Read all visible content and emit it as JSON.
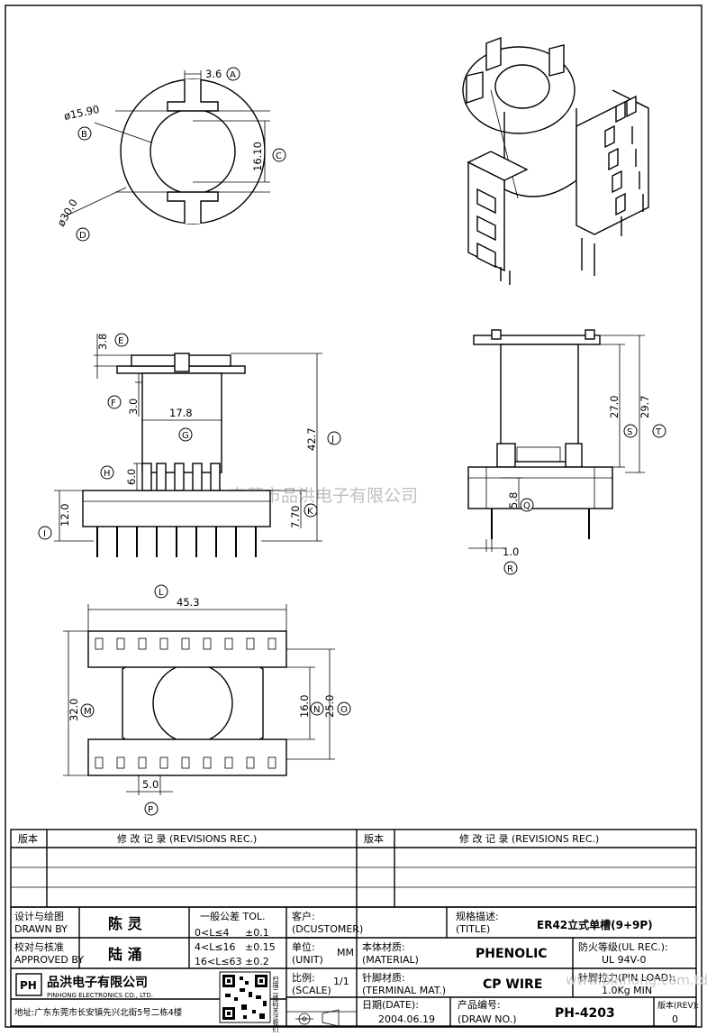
{
  "dimensions": {
    "top_view": [
      {
        "value": "3.6",
        "tag": "A"
      },
      {
        "value": "ø15.90",
        "tag": "B"
      },
      {
        "value": "16.10",
        "tag": "C"
      },
      {
        "value": "ø30.0",
        "tag": "D"
      }
    ],
    "front_view": [
      {
        "value": "3.8",
        "tag": "E"
      },
      {
        "value": "3.0",
        "tag": "F"
      },
      {
        "value": "17.8",
        "tag": "G"
      },
      {
        "value": "6.0",
        "tag": "H"
      },
      {
        "value": "12.0",
        "tag": "I"
      },
      {
        "value": "42.7",
        "tag": "J"
      },
      {
        "value": "7.70",
        "tag": "K"
      }
    ],
    "side_view": [
      {
        "value": "27.0",
        "tag": "S"
      },
      {
        "value": "29.7",
        "tag": "T"
      },
      {
        "value": "5.8",
        "tag": "Q"
      },
      {
        "value": "1.0",
        "tag": "R"
      }
    ],
    "bottom_view": [
      {
        "value": "45.3",
        "tag": "L"
      },
      {
        "value": "32.0",
        "tag": "M"
      },
      {
        "value": "16.0",
        "tag": "N"
      },
      {
        "value": "25.0",
        "tag": "O"
      },
      {
        "value": "5.0",
        "tag": "P"
      }
    ]
  },
  "watermark": "东莞市品洪电子有限公司",
  "watermark_url": "www.pinhong.com.td",
  "revisions": {
    "col_version": "版本",
    "col_record": "修 改 记 录 (REVISIONS REC.)"
  },
  "title_block": {
    "drawn_by_label_cn": "设计与绘图",
    "drawn_by_label_en": "DRAWN BY",
    "drawn_by": "陈 灵",
    "approved_label_cn": "校对与核准",
    "approved_label_en": "APPROVED BY",
    "approved_by": "陆 涌",
    "tol_title": "一般公差 TOL.",
    "tol_rows": [
      {
        "range": "0<L≤4",
        "value": "±0.1"
      },
      {
        "range": "4<L≤16",
        "value": "±0.15"
      },
      {
        "range": "16<L≤63",
        "value": "±0.2"
      }
    ],
    "customer_label_cn": "客户:",
    "customer_label_en": "(DCUSTOMER)",
    "title_label_cn": "规格描述:",
    "title_label_en": "(TITLE)",
    "title_value": "ER42立式单槽(9+9P)",
    "unit_label_cn": "单位:",
    "unit_label_en": "(UNIT)",
    "unit_value": "MM",
    "material_label_cn": "本体材质:",
    "material_label_en": "(MATERIAL)",
    "material_value": "PHENOLIC",
    "ul_label": "防火等级(UL REC.):",
    "ul_value": "UL 94V-0",
    "scale_label_cn": "比例:",
    "scale_label_en": "(SCALE)",
    "scale_value": "1/1",
    "terminal_label_cn": "针脚材质:",
    "terminal_label_en": "(TERMINAL MAT.)",
    "terminal_value": "CP WIRE",
    "pinload_label": "针脚拉力(PIN LOAD):",
    "pinload_value": "1.0Kg MIN",
    "date_label_cn": "日期(DATE):",
    "date_value": "2004.06.19",
    "drawno_label_cn": "产品编号:",
    "drawno_label_en": "(DRAW NO.)",
    "drawno_value": "PH-4203",
    "rev_label": "版本(REV):",
    "rev_value": "0",
    "company_cn": "品洪电子有限公司",
    "company_en": "PINHONG ELECTRONICS CO., LTD.",
    "logo_text": "PH",
    "address": "地址:广东东莞市长安镇先兴北街5号二栋4楼",
    "qr_caption": "扫描二维码关注我们"
  }
}
